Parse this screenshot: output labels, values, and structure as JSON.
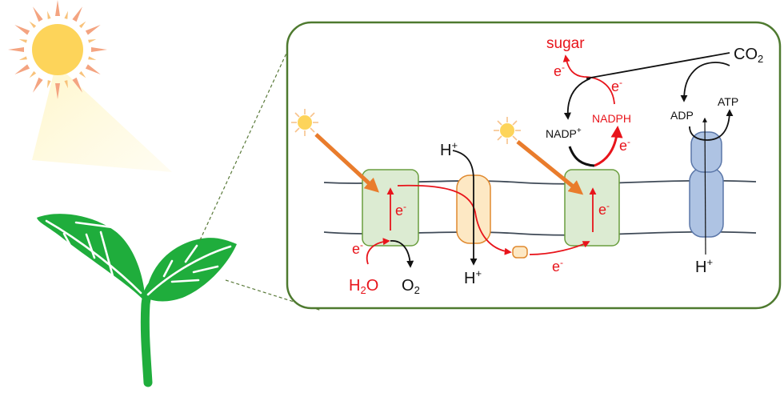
{
  "labels": {
    "sugar": "sugar",
    "co2_main": "CO",
    "co2_sub": "2",
    "nadph": "NADPH",
    "nadp_main": "NADP",
    "nadp_sup": "+",
    "adp": "ADP",
    "atp": "ATP",
    "h_top_main": "H",
    "h_top_sup": "+",
    "h_mid_main": "H",
    "h_mid_sup": "+",
    "h_right_main": "H",
    "h_right_sup": "+",
    "e_sugar": "e",
    "e_sugar_sup": "-",
    "e_nadph_top": "e",
    "e_nadph_top_sup": "-",
    "e_nadph_bottom": "e",
    "e_nadph_bottom_sup": "-",
    "e_ps2": "e",
    "e_ps2_sup": "-",
    "e_ps1": "e",
    "e_ps1_sup": "-",
    "e_water": "e",
    "e_water_sup": "-",
    "e_transfer": "e",
    "e_transfer_sup": "-",
    "h2o_main": "H",
    "h2o_sub": "2",
    "h2o_tail": "O",
    "o2_main": "O",
    "o2_sub": "2"
  },
  "colors": {
    "electron": "#e8141b",
    "light_arrow": "#e97c2c",
    "frame": "#4e7a2f",
    "leaf": "#1fad3c",
    "sun": "#fdd45a",
    "sun_rays": "#f4a481",
    "photosystem_fill": "#dcebd2",
    "photosystem_stroke": "#6a9e3e",
    "cytochrome_fill": "#fde8c4",
    "cytochrome_stroke": "#e0892e",
    "atp_synthase_fill": "#aec3e3",
    "atp_synthase_stroke": "#5a76a8",
    "membrane": "#3f4a57"
  }
}
